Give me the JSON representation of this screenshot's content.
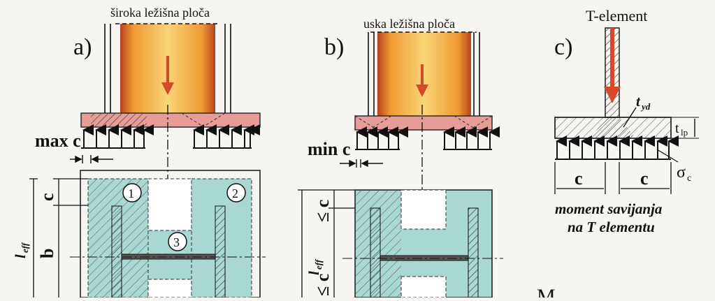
{
  "panel_a": {
    "letter": "a)",
    "title": "široka ležišna ploča",
    "max_c": "max c",
    "c": "c",
    "b": "b",
    "l_eff": "l",
    "l_eff_sub": "eff",
    "marker_1": "1",
    "marker_2": "2",
    "marker_3": "3"
  },
  "panel_b": {
    "letter": "b)",
    "title": "uska ležišna ploča",
    "min_c": "min c",
    "c_top": "≤ c",
    "c_bottom": "≤ c",
    "l_eff": "l",
    "l_eff_sub": "eff"
  },
  "panel_c": {
    "letter": "c)",
    "title": "T-element",
    "t_yd": "t",
    "t_yd_sub": "yd",
    "t_lp": "t",
    "t_lp_sub": "lp",
    "sigma": "σ",
    "sigma_sub": "c",
    "c_left": "c",
    "c_right": "c",
    "caption_line1": "moment savijanja",
    "caption_line2": "na T elementu"
  },
  "footer_partial": "M",
  "colors": {
    "column": "#f2a83a",
    "column_edge": "#b0481e",
    "plate": "#e79c98",
    "teal": "#a9d8d2",
    "arrow_red": "#d44a2a"
  }
}
